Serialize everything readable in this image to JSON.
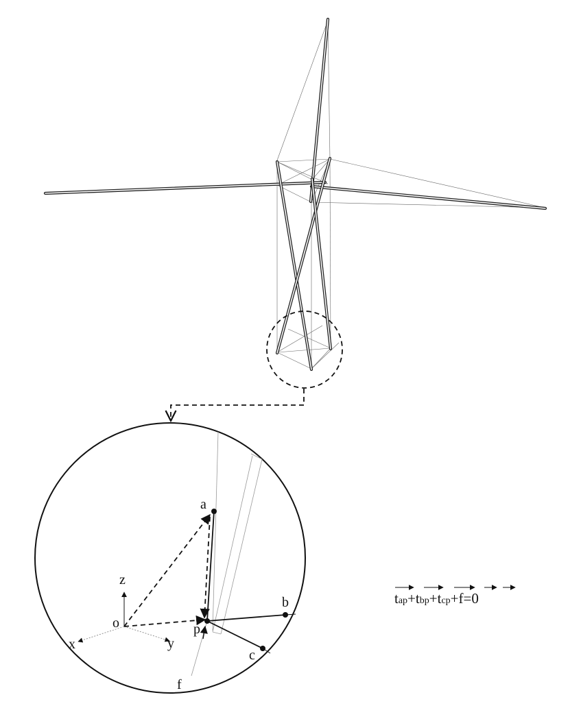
{
  "labels": {
    "a": "a",
    "b": "b",
    "c": "c",
    "p": "p",
    "f": "f",
    "o": "o",
    "x": "x",
    "y": "y",
    "z": "z"
  },
  "equation": {
    "t1": "t",
    "s1": "ap",
    "t2": "t",
    "s2": "bp",
    "t3": "t",
    "s3": "cp",
    "f": "f",
    "plus": "+",
    "eq": "=",
    "zero": "0"
  }
}
